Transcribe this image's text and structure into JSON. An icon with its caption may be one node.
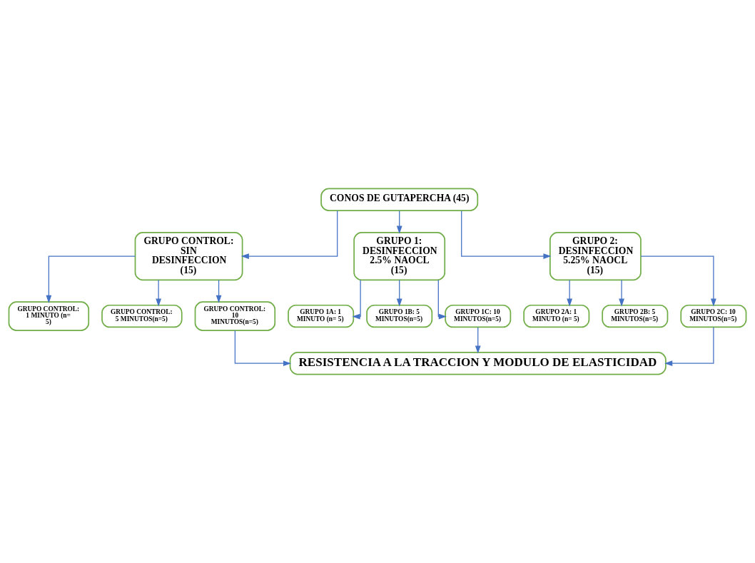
{
  "diagram": {
    "nodes": [
      {
        "text": [
          "CONOS DE GUTAPERCHA (45)"
        ]
      },
      {
        "text": [
          "GRUPO CONTROL: SIN DESINFECCION (15)"
        ]
      },
      {
        "text": [
          "GRUPO 1: DESINFECCION 2.5% NAOCL (15)"
        ]
      },
      {
        "text": [
          "GRUPO 2: DESINFECCION 5.25% NAOCL (15)"
        ]
      },
      {
        "text": [
          "GRUPO CONTROL: 1 MINUTO (n= 5)"
        ]
      },
      {
        "text": [
          "GRUPO CONTROL: 5 MINUTOS(n=5)"
        ]
      },
      {
        "text": [
          "GRUPO CONTROL: 10 MINUTOS(n=5)"
        ]
      },
      {
        "text": [
          "GRUPO 1A: 1 MINUTO (n= 5)"
        ]
      },
      {
        "text": [
          "GRUPO 1B: 5 MINUTOS(n=5)"
        ]
      },
      {
        "text": [
          "GRUPO 1C: 10 MINUTOS(n=5)"
        ]
      },
      {
        "text": [
          "GRUPO 2A: 1 MINUTO (n= 5)"
        ]
      },
      {
        "text": [
          "GRUPO 2B: 5 MINUTOS(n=5)"
        ]
      },
      {
        "text": [
          "GRUPO 2C: 10 MINUTOS(n=5)"
        ]
      },
      {
        "text": [
          "RESISTENCIA A LA TRACCION Y MODULO DE ELASTICIDAD"
        ]
      }
    ],
    "edges": [
      {
        "from": 0,
        "to": 1,
        "arrow": "to"
      },
      {
        "from": 0,
        "to": 2,
        "arrow": "to"
      },
      {
        "from": 0,
        "to": 3,
        "arrow": "to"
      },
      {
        "from": 1,
        "to": 4,
        "arrow": "to"
      },
      {
        "from": 1,
        "to": 5,
        "arrow": "to"
      },
      {
        "from": 1,
        "to": 6,
        "arrow": "to"
      },
      {
        "from": 2,
        "to": 7,
        "arrow": "to"
      },
      {
        "from": 2,
        "to": 8,
        "arrow": "to"
      },
      {
        "from": 2,
        "to": 9,
        "arrow": "to"
      },
      {
        "from": 3,
        "to": 10,
        "arrow": "to"
      },
      {
        "from": 3,
        "to": 11,
        "arrow": "to"
      },
      {
        "from": 3,
        "to": 12,
        "arrow": "to"
      },
      {
        "from": 6,
        "to": 13,
        "arrow": "to"
      },
      {
        "from": 9,
        "to": 13,
        "arrow": "to"
      },
      {
        "from": 12,
        "to": 13,
        "arrow": "to"
      }
    ]
  }
}
